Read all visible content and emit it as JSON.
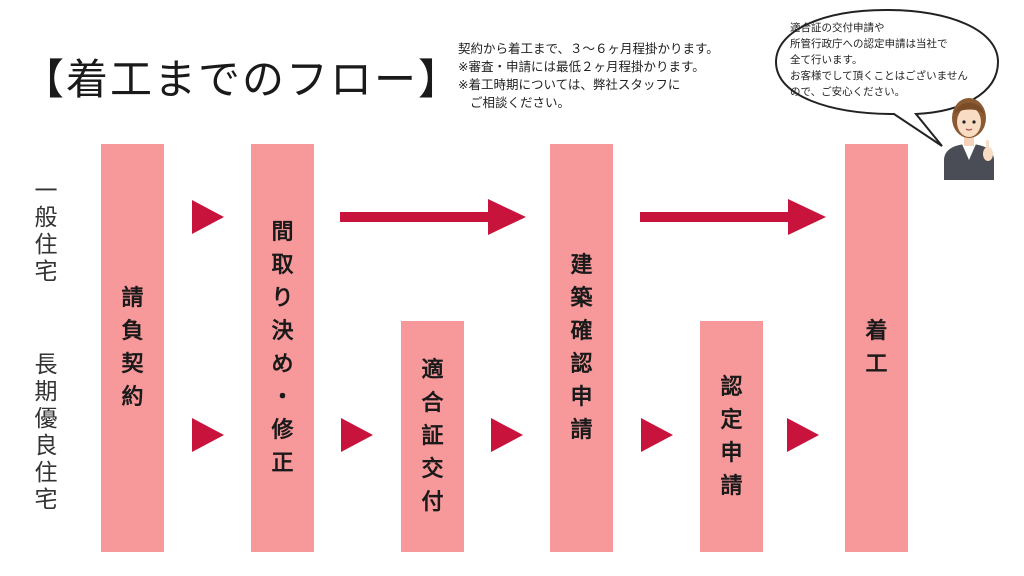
{
  "title": "【着工までのフロー】",
  "notes": [
    "契約から着工まで、３〜６ヶ月程掛かります。",
    "※審査・申請には最低２ヶ月程掛かります。",
    "※着工時期については、弊社スタッフに",
    "ご相談ください。"
  ],
  "bubble_lines": [
    "適合証の交付申請や",
    "所管行政庁への認定申請は当社で",
    "全て行います。",
    "お客様でして頂くことはございません",
    "ので、ご安心ください。"
  ],
  "rows": {
    "general": [
      "一",
      "般",
      "住",
      "宅"
    ],
    "long_term": [
      "長",
      "期",
      "優",
      "良",
      "住",
      "宅"
    ]
  },
  "steps": [
    {
      "id": "step-contract",
      "chars": [
        "請",
        "負",
        "契",
        "約"
      ]
    },
    {
      "id": "step-layout",
      "chars": [
        "間",
        "取",
        "り",
        "決",
        "め",
        "・",
        "修",
        "正"
      ]
    },
    {
      "id": "step-certificate",
      "chars": [
        "適",
        "合",
        "証",
        "交",
        "付"
      ]
    },
    {
      "id": "step-building-confirm",
      "chars": [
        "建",
        "築",
        "確",
        "認",
        "申",
        "請"
      ]
    },
    {
      "id": "step-certification",
      "chars": [
        "認",
        "定",
        "申",
        "請"
      ]
    },
    {
      "id": "step-start",
      "chars": [
        "着",
        "工"
      ]
    }
  ],
  "colors": {
    "box": "#f7989a",
    "arrow": "#c8143c"
  }
}
